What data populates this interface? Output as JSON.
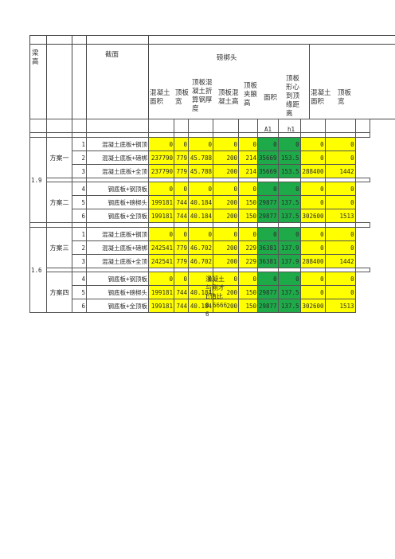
{
  "header": {
    "beam_height": "梁高",
    "section": "截面",
    "group_title": "磅梆头",
    "columns": [
      "混凝土面积",
      "顶板宽",
      "顶板混凝土折算钢厚度",
      "顶板混凝土高",
      "顶板夹腋高",
      "面积",
      "顶板形心到顶缘距离",
      "混凝土面积",
      "顶板宽"
    ],
    "symbols": [
      "A1",
      "h1"
    ]
  },
  "groups": [
    {
      "height": "1.9",
      "schemes": [
        {
          "name": "方案一",
          "rows": [
            {
              "no": "1",
              "desc": "混凝土底板+钢顶",
              "vals": [
                "0",
                "0",
                "0",
                "0",
                "0",
                "0",
                "0",
                "0",
                "0"
              ]
            },
            {
              "no": "2",
              "desc": "混凝土底板+磅梆",
              "vals": [
                "237790",
                "779",
                "45.788",
                "200",
                "214",
                "35669",
                "153.5",
                "0",
                "0"
              ]
            },
            {
              "no": "3",
              "desc": "混凝土底板+全顶",
              "vals": [
                "237790",
                "779",
                "45.788",
                "200",
                "214",
                "35669",
                "153.5",
                "288400",
                "1442"
              ]
            }
          ]
        },
        {
          "name": "方案二",
          "rows": [
            {
              "no": "4",
              "desc": "钢底板+钢顶板",
              "vals": [
                "0",
                "0",
                "0",
                "0",
                "0",
                "0",
                "0",
                "0",
                "0"
              ]
            },
            {
              "no": "5",
              "desc": "钢底板+磅梆头",
              "vals": [
                "199181",
                "744",
                "40.184",
                "200",
                "150",
                "29877",
                "137.5",
                "0",
                "0"
              ]
            },
            {
              "no": "6",
              "desc": "钢底板+全顶板",
              "vals": [
                "199181",
                "744",
                "40.184",
                "200",
                "150",
                "29877",
                "137.5",
                "302600",
                "1513"
              ]
            }
          ]
        }
      ]
    },
    {
      "height": "1.6",
      "schemes": [
        {
          "name": "方案三",
          "rows": [
            {
              "no": "1",
              "desc": "混凝土底板+钢顶",
              "vals": [
                "0",
                "0",
                "0",
                "0",
                "0",
                "0",
                "0",
                "0",
                "0"
              ]
            },
            {
              "no": "2",
              "desc": "混凝土底板+磅梆",
              "vals": [
                "242541",
                "779",
                "46.702",
                "200",
                "229",
                "36381",
                "137.9",
                "0",
                "0"
              ]
            },
            {
              "no": "3",
              "desc": "混凝土底板+全顶",
              "vals": [
                "242541",
                "779",
                "46.702",
                "200",
                "229",
                "36381",
                "137.9",
                "288400",
                "1442"
              ]
            }
          ]
        },
        {
          "name": "方案四",
          "rows": [
            {
              "no": "4",
              "desc": "钢底板+钢顶板",
              "vals": [
                "0",
                "0",
                "0",
                "0",
                "0",
                "0",
                "0",
                "0",
                "0"
              ]
            },
            {
              "no": "5",
              "desc": "钢底板+磅梆头",
              "vals": [
                "199181",
                "744",
                "40.184",
                "200",
                "150",
                "29877",
                "137.5",
                "0",
                "0"
              ]
            },
            {
              "no": "6",
              "desc": "钢底板+全顶板",
              "vals": [
                "199181",
                "744",
                "40.184",
                "200",
                "150",
                "29877",
                "137.5",
                "302600",
                "1513"
              ]
            }
          ]
        }
      ]
    }
  ],
  "note": {
    "line1": "混凝土",
    "line2": "与刚才",
    "line3": "E值比",
    "line4": "0.6666",
    "line5": "6"
  }
}
